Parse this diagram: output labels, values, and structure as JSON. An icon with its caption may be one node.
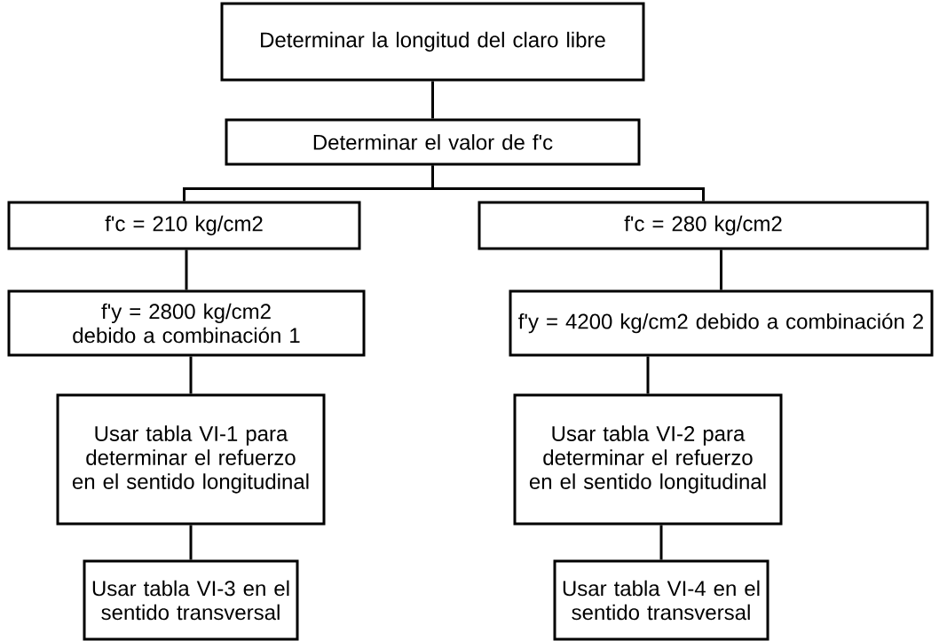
{
  "diagram": {
    "nodes": [
      {
        "text": [
          "Determinar la longitud del claro libre"
        ]
      },
      {
        "text": [
          "Determinar el valor de f'c"
        ]
      },
      {
        "text": [
          "f'c = 210 kg/cm2"
        ]
      },
      {
        "text": [
          "f'c = 280 kg/cm2"
        ]
      },
      {
        "text": [
          "f'y = 2800 kg/cm2 debido a combinación 1"
        ]
      },
      {
        "text": [
          "f'y = 4200 kg/cm2 debido a combinación 2"
        ]
      },
      {
        "text": [
          "Usar tabla VI-1 para determinar el refuerzo en el sentido longitudinal"
        ]
      },
      {
        "text": [
          "Usar tabla VI-2 para determinar el refuerzo en el sentido longitudinal"
        ]
      },
      {
        "text": [
          "Usar tabla VI-3 en el sentido transversal"
        ]
      },
      {
        "text": [
          "Usar tabla VI-4 en el sentido transversal"
        ]
      }
    ],
    "edges": [
      {
        "from": 0,
        "to": 1,
        "arrow": "none"
      },
      {
        "from": 1,
        "to": 2,
        "arrow": "none"
      },
      {
        "from": 1,
        "to": 3,
        "arrow": "none"
      },
      {
        "from": 2,
        "to": 4,
        "arrow": "none"
      },
      {
        "from": 3,
        "to": 5,
        "arrow": "none"
      },
      {
        "from": 4,
        "to": 6,
        "arrow": "none"
      },
      {
        "from": 5,
        "to": 7,
        "arrow": "none"
      },
      {
        "from": 6,
        "to": 8,
        "arrow": "none"
      },
      {
        "from": 7,
        "to": 9,
        "arrow": "none"
      }
    ]
  }
}
